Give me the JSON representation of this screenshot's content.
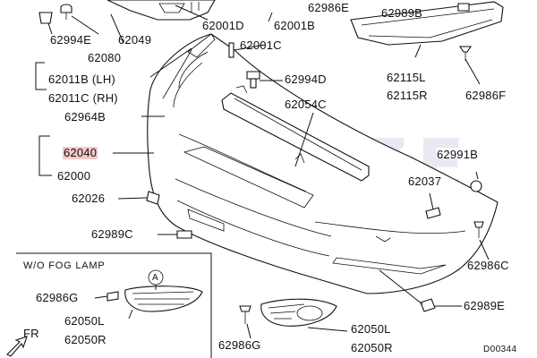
{
  "watermark": "KOWZE",
  "labels": {
    "p62994E_top": "62994E",
    "p62049": "62049",
    "p62080": "62080",
    "p62001D": "62001D",
    "p62001B": "62001B",
    "p62986E": "62986E",
    "p62989B": "62989B",
    "p62001C": "62001C",
    "p62011B": "62011B (LH)",
    "p62011C": "62011C (RH)",
    "p62994D": "62994D",
    "p62115L": "62115L",
    "p62115R": "62115R",
    "p62986F": "62986F",
    "p62964B": "62964B",
    "p62054C": "62054C",
    "p62040": "62040",
    "p62000": "62000",
    "p62991B": "62991B",
    "p62037": "62037",
    "p62026": "62026",
    "p62989C": "62989C",
    "p62986C": "62986C",
    "p62989E": "62989E",
    "p62986G_inset": "62986G",
    "p62050L_inset": "62050L",
    "p62050R_inset": "62050R",
    "p62986G": "62986G",
    "p62050L": "62050L",
    "p62050R": "62050R",
    "inset_title": "W/O FOG LAMP",
    "callout": "A",
    "fr": "FR",
    "diagram_code": "D00344"
  }
}
